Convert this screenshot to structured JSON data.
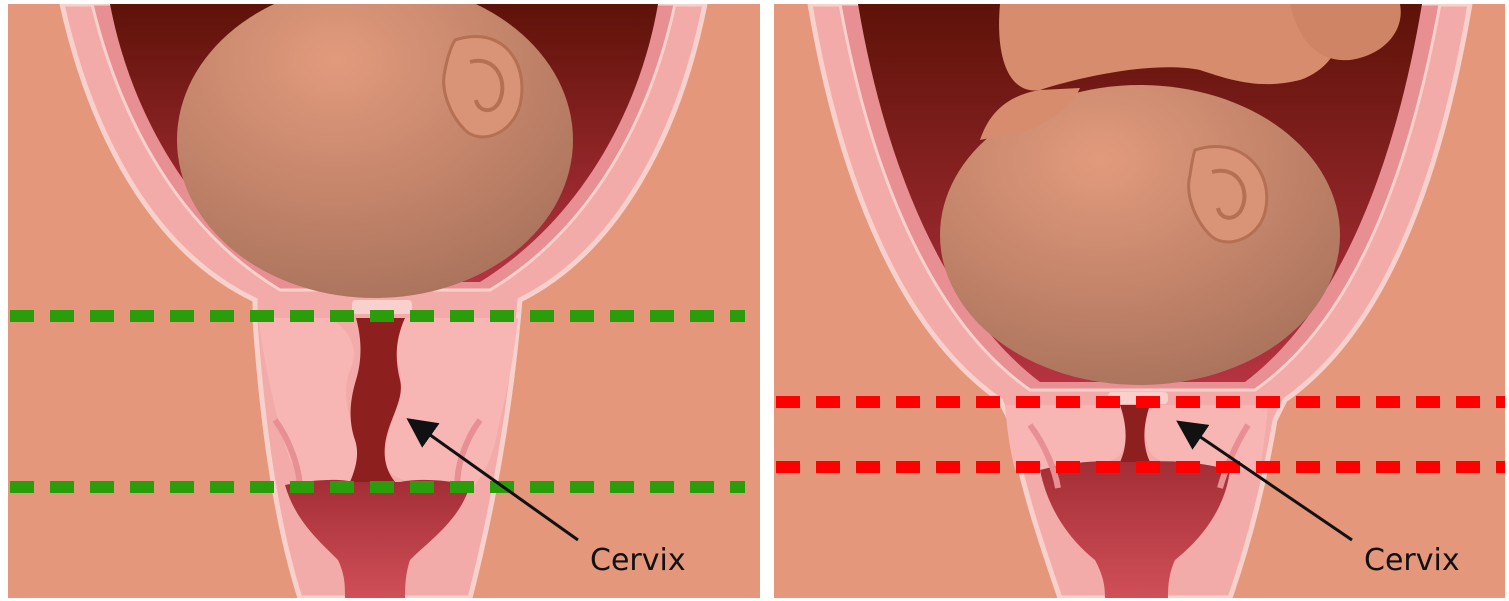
{
  "panels": [
    {
      "id": "normal",
      "label": "Cervix",
      "boundary_color": "#2a9d0a"
    },
    {
      "id": "shortened",
      "label": "Cervix",
      "boundary_color": "#ff0000"
    }
  ],
  "colors": {
    "background_tissue": "#e4977b",
    "uterine_wall": "#f2aba8",
    "wall_highlight": "#f8d0cc",
    "cavity": "#7a1a14",
    "canal": "#b5383f",
    "fetal_skin": "#d4876a",
    "ear": "#c97f62",
    "arrow": "#111111"
  }
}
